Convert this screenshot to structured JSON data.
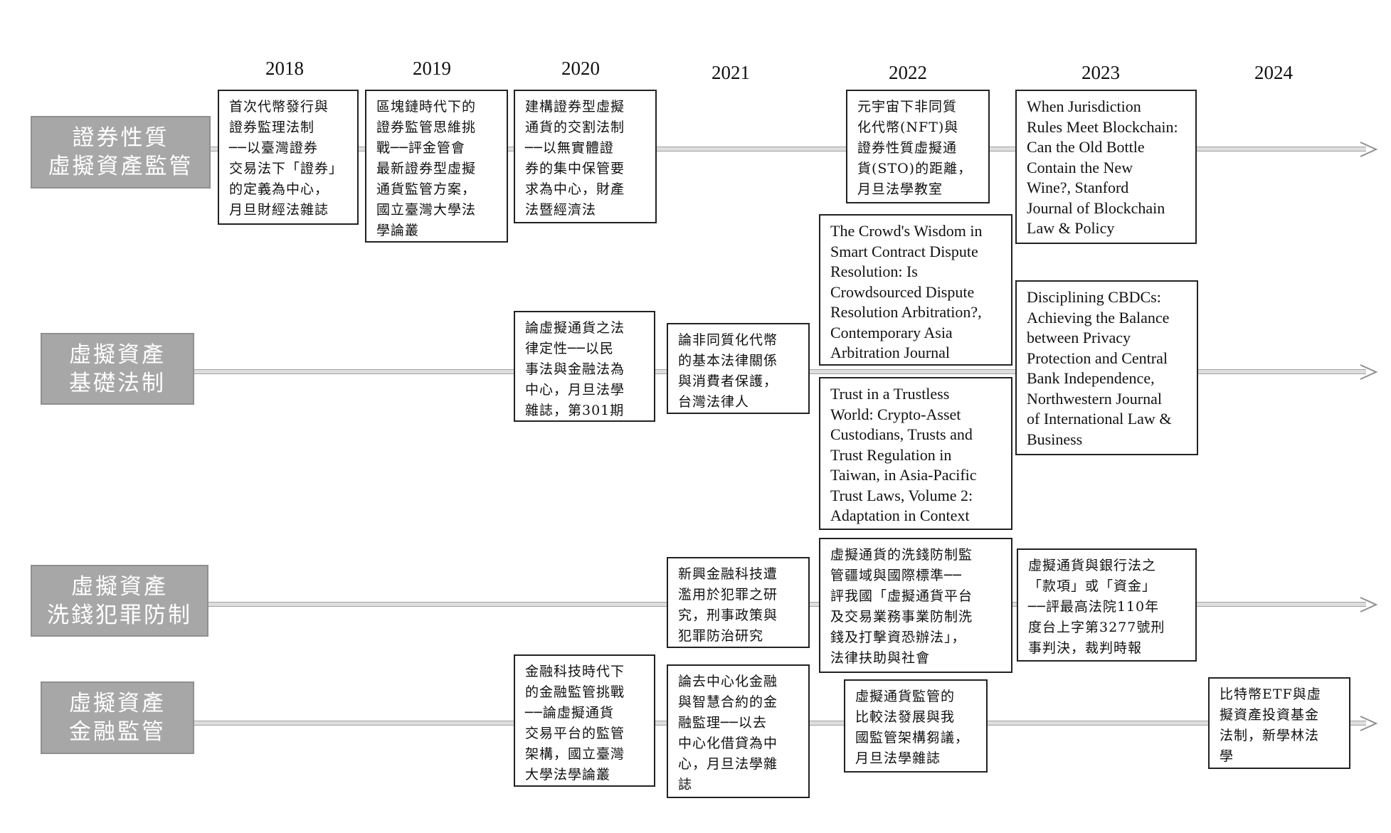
{
  "years": [
    "2018",
    "2019",
    "2020",
    "2021",
    "2022",
    "2023",
    "2024"
  ],
  "lanes": [
    {
      "lines": [
        "證券性質",
        "虛擬資產監管"
      ]
    },
    {
      "lines": [
        "虛擬資產",
        "基礎法制"
      ]
    },
    {
      "lines": [
        "虛擬資產",
        "洗錢犯罪防制"
      ]
    },
    {
      "lines": [
        "虛擬資產",
        "金融監管"
      ]
    }
  ],
  "boxes": [
    {
      "id": "b1",
      "lines": [
        "首次代幣發行與",
        "證券監理法制",
        "──以臺灣證券",
        "交易法下「證券」",
        "的定義為中心，",
        "月旦財經法雜誌"
      ]
    },
    {
      "id": "b2",
      "lines": [
        "區塊鏈時代下的",
        "證券監管思維挑",
        "戰──評金管會",
        "最新證券型虛擬",
        "通貨監管方案，",
        "國立臺灣大學法",
        "學論叢"
      ]
    },
    {
      "id": "b3",
      "lines": [
        "建構證券型虛擬",
        "通貨的交割法制",
        "──以無實體證",
        "券的集中保管要",
        "求為中心，財產",
        "法暨經濟法"
      ]
    },
    {
      "id": "b4",
      "lines": [
        "元宇宙下非同質",
        "化代幣(NFT)與",
        "證券性質虛擬通",
        "貨(STO)的距離，",
        "月旦法學教室"
      ]
    },
    {
      "id": "b5",
      "lines": [
        "When Jurisdiction",
        "Rules Meet Blockchain:",
        "Can the Old Bottle",
        "Contain the New",
        "Wine?, Stanford",
        "Journal of Blockchain",
        "Law & Policy"
      ]
    },
    {
      "id": "b6",
      "lines": [
        "The Crowd's Wisdom in",
        "Smart Contract Dispute",
        "Resolution: Is",
        "Crowdsourced Dispute",
        "Resolution Arbitration?,",
        "Contemporary Asia",
        "Arbitration Journal"
      ]
    },
    {
      "id": "b7",
      "lines": [
        "Disciplining CBDCs:",
        "Achieving the Balance",
        "between Privacy",
        "Protection and Central",
        "Bank Independence,",
        "Northwestern Journal",
        "of International Law &",
        "Business"
      ]
    },
    {
      "id": "b8",
      "lines": [
        "論虛擬通貨之法",
        "律定性──以民",
        "事法與金融法為",
        "中心，月旦法學",
        "雜誌，第301期"
      ]
    },
    {
      "id": "b9",
      "lines": [
        "論非同質化代幣",
        "的基本法律關係",
        "與消費者保護，",
        "台灣法律人"
      ]
    },
    {
      "id": "b10",
      "lines": [
        "Trust in a Trustless",
        "World: Crypto-Asset",
        "Custodians, Trusts and",
        "Trust Regulation in",
        "Taiwan, in Asia-Pacific",
        "Trust Laws, Volume 2:",
        "Adaptation in Context"
      ]
    },
    {
      "id": "b11",
      "lines": [
        "新興金融科技遭",
        "濫用於犯罪之研",
        "究，刑事政策與",
        "犯罪防治研究"
      ]
    },
    {
      "id": "b12",
      "lines": [
        "虛擬通貨的洗錢防制監",
        "管疆域與國際標準──",
        "評我國「虛擬通貨平台",
        "及交易業務事業防制洗",
        "錢及打擊資恐辦法」，",
        "法律扶助與社會"
      ]
    },
    {
      "id": "b13",
      "lines": [
        "虛擬通貨與銀行法之",
        "「款項」或「資金」",
        "──評最高法院110年",
        "度台上字第3277號刑",
        "事判決，裁判時報"
      ]
    },
    {
      "id": "b14",
      "lines": [
        "金融科技時代下",
        "的金融監管挑戰",
        "──論虛擬通貨",
        "交易平台的監管",
        "架構，國立臺灣",
        "大學法學論叢"
      ]
    },
    {
      "id": "b15",
      "lines": [
        "論去中心化金融",
        "與智慧合約的金",
        "融監理──以去",
        "中心化借貸為中",
        "心，月旦法學雜",
        "誌"
      ]
    },
    {
      "id": "b16",
      "lines": [
        "虛擬通貨監管的",
        "比較法發展與我",
        "國監管架構芻議，",
        "月旦法學雜誌"
      ]
    },
    {
      "id": "b17",
      "lines": [
        "比特幣ETF與虛",
        "擬資產投資基金",
        "法制，新學林法",
        "學"
      ]
    }
  ]
}
